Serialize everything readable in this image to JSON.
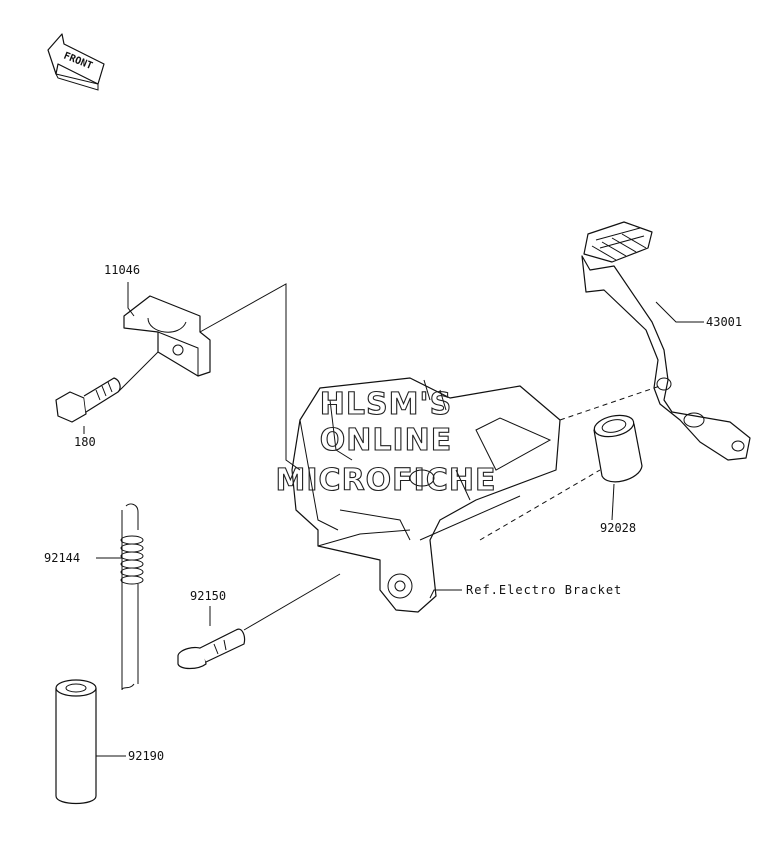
{
  "front_label": "FRONT",
  "watermark": {
    "line1": "HLSM'S",
    "line2": "ONLINE",
    "line3": "MICROFICHE"
  },
  "parts": [
    {
      "number": "11046",
      "name": "bracket"
    },
    {
      "number": "180",
      "name": "bolt"
    },
    {
      "number": "92144",
      "name": "spring"
    },
    {
      "number": "92190",
      "name": "collar"
    },
    {
      "number": "92150",
      "name": "pivot-bolt"
    },
    {
      "number": "43001",
      "name": "brake-pedal"
    },
    {
      "number": "92028",
      "name": "bushing"
    }
  ],
  "ref_label": "Ref.Electro Bracket"
}
